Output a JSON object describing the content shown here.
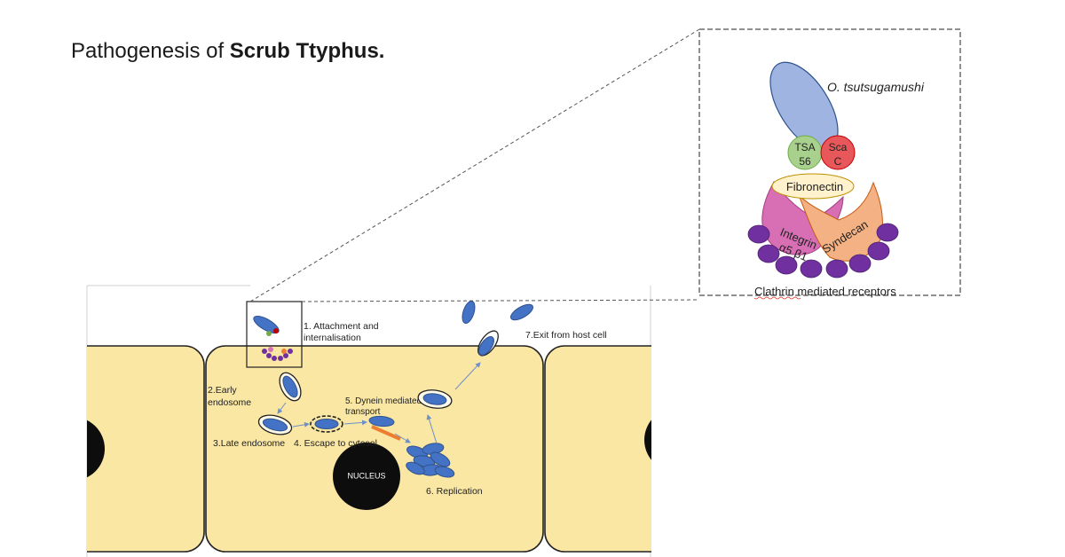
{
  "title": {
    "prefix": "Pathogenesis of ",
    "emphasis": "Scrub Ttyphus."
  },
  "cell": {
    "nucleus_label": "NUCLEUS"
  },
  "steps": {
    "s1_line1": "1. Attachment and",
    "s1_line2": "internalisation",
    "s2_line1": "2.Early",
    "s2_line2": "endosome",
    "s3": "3.Late endosome",
    "s4": "4. Escape to cytosol",
    "s5_line1": "5. Dynein mediated",
    "s5_line2": "transport",
    "s6": "6. Replication",
    "s7": "7.Exit from host cell"
  },
  "inset": {
    "organism": "O. tsutsugamushi",
    "tsa_line1": "TSA",
    "tsa_line2": "56",
    "sca_line1": "Sca",
    "sca_line2": "C",
    "fibronectin": "Fibronectin",
    "integrin_line1": "Integrin",
    "integrin_line2": "α5 β1",
    "syndecan": "Syndecan",
    "clathrin": "Clathrin mediated receptors"
  },
  "colors": {
    "cell_fill": "#fae7a3",
    "bacterium": "#4472c4",
    "bacterium_light": "#9fb4e0",
    "tsa": "#a9d18e",
    "sca": "#e8585a",
    "fibronectin": "#fff2cc",
    "integrin": "#d86fb4",
    "syndecan": "#f4b183",
    "clathrin": "#7030a0",
    "dynein": "#ed7d31"
  }
}
